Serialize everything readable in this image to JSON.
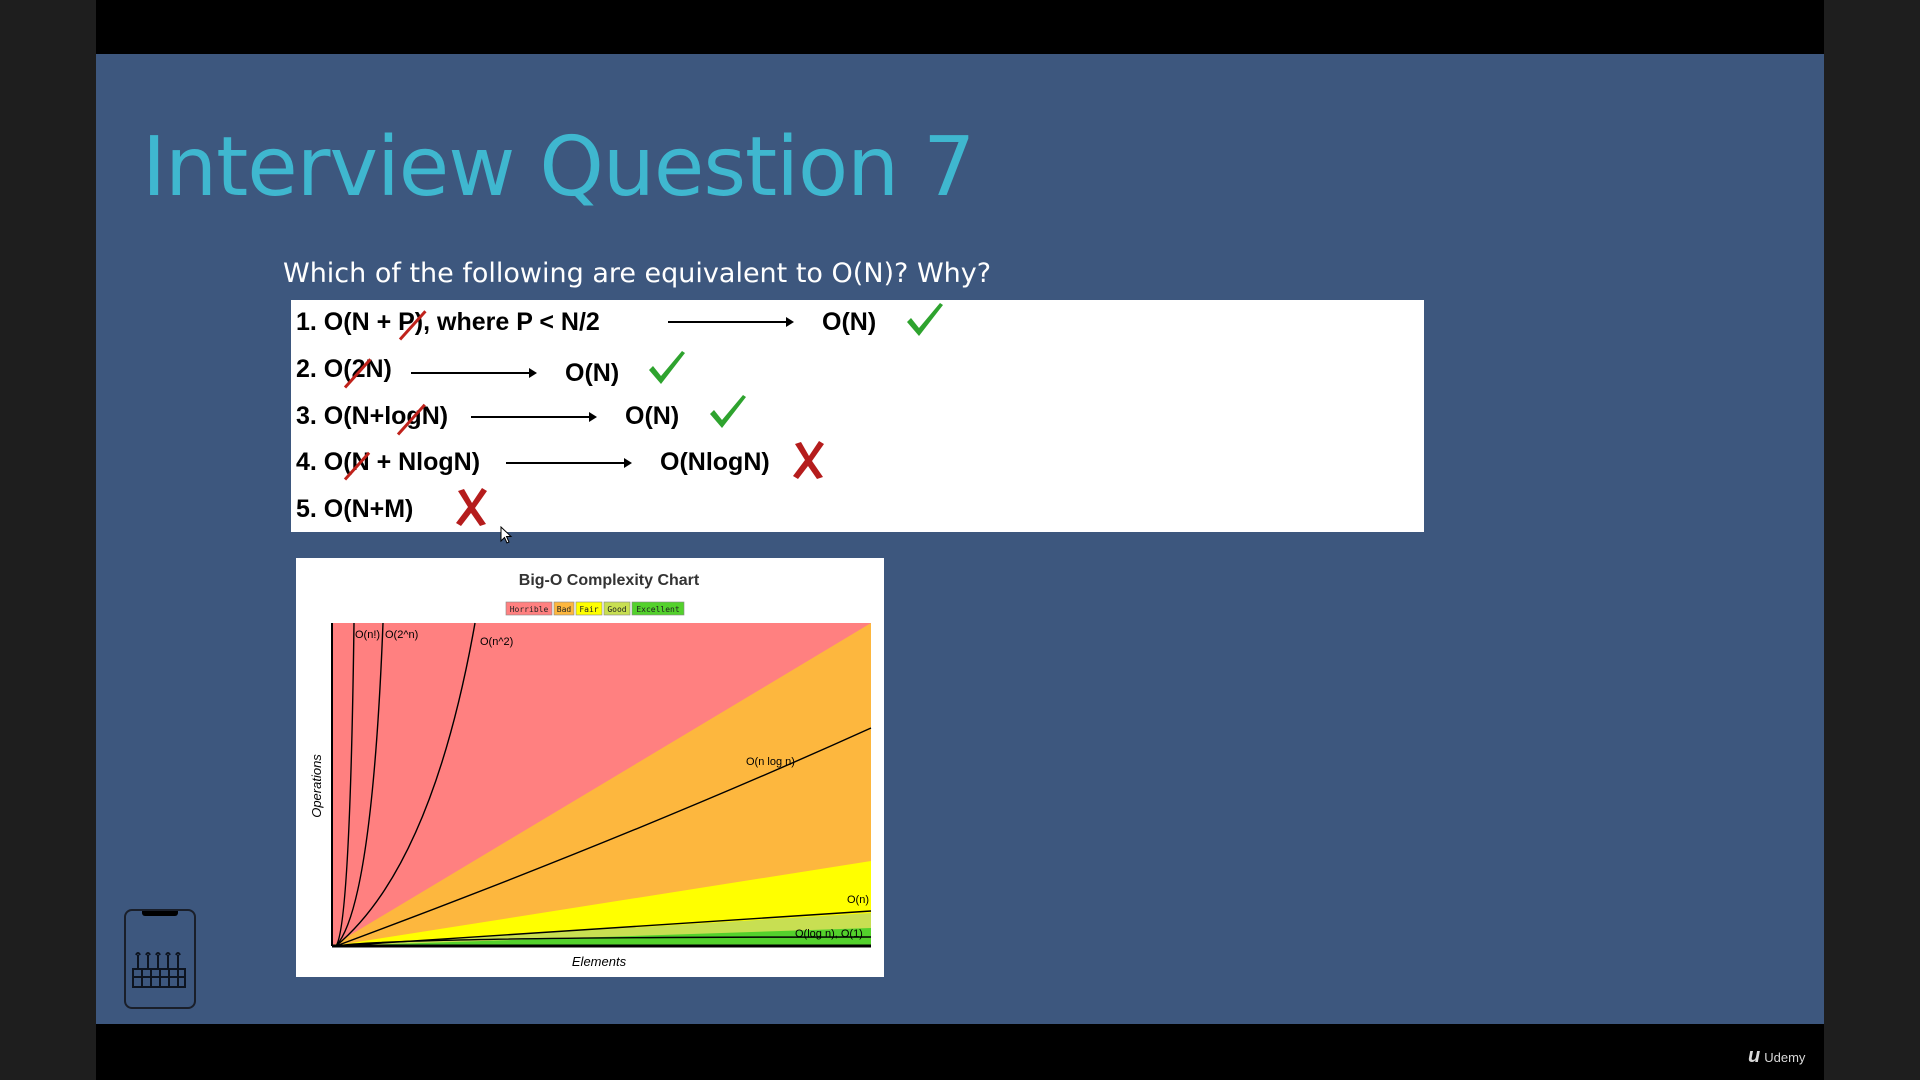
{
  "slide": {
    "title": "Interview Question 7",
    "question": "Which of the following are equivalent to O(N)? Why?"
  },
  "answers": [
    {
      "expr": "1. O(N + P), where P < N/2",
      "result": "O(N)",
      "verdict": "check"
    },
    {
      "expr": "2. O(2N)",
      "result": "O(N)",
      "verdict": "check"
    },
    {
      "expr": "3. O(N+logN)",
      "result": "O(N)",
      "verdict": "check"
    },
    {
      "expr": "4. O(N + NlogN)",
      "result": "O(NlogN)",
      "verdict": "cross"
    },
    {
      "expr": "5. O(N+M)",
      "result": "",
      "verdict": "cross"
    }
  ],
  "colors": {
    "slide_bg": "#3d577e",
    "title": "#3fb7cf",
    "check": "#2ea32e",
    "cross": "#b51c1c",
    "horrible": "#ff8080",
    "bad": "#fdb73e",
    "fair": "#ffff00",
    "good": "#c8df52",
    "excellent": "#53d12c"
  },
  "chart_data": {
    "type": "area",
    "title": "Big-O Complexity Chart",
    "xlabel": "Elements",
    "ylabel": "Operations",
    "legend": [
      "Horrible",
      "Bad",
      "Fair",
      "Good",
      "Excellent"
    ],
    "legend_position": "top-center",
    "curves": [
      {
        "name": "O(n!)"
      },
      {
        "name": "O(2^n)"
      },
      {
        "name": "O(n^2)"
      },
      {
        "name": "O(n log n)"
      },
      {
        "name": "O(n)"
      },
      {
        "name": "O(log n), O(1)"
      }
    ],
    "grid": false
  },
  "branding": {
    "logo": "Udemy"
  }
}
